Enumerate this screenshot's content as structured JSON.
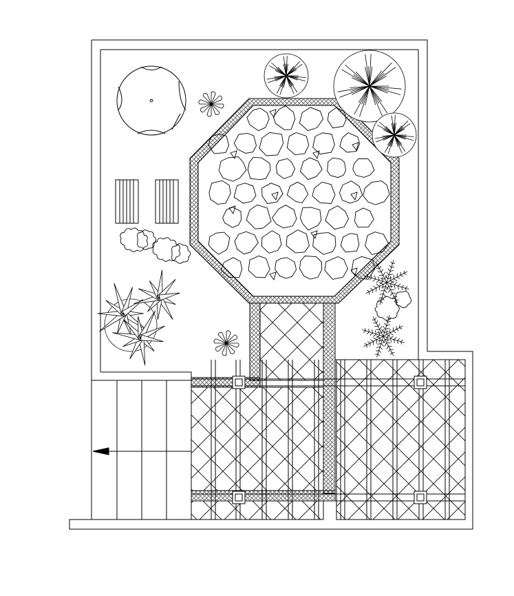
{
  "drawing": {
    "type": "garden-site-plan",
    "line_color": "#000000",
    "background": "#ffffff",
    "elements": [
      "site-boundary",
      "octagonal-stone-paving",
      "paved-walkway",
      "timber-deck",
      "pergola",
      "steps",
      "trees",
      "palms",
      "agaves",
      "shrubs",
      "benches",
      "direction-arrow"
    ]
  }
}
